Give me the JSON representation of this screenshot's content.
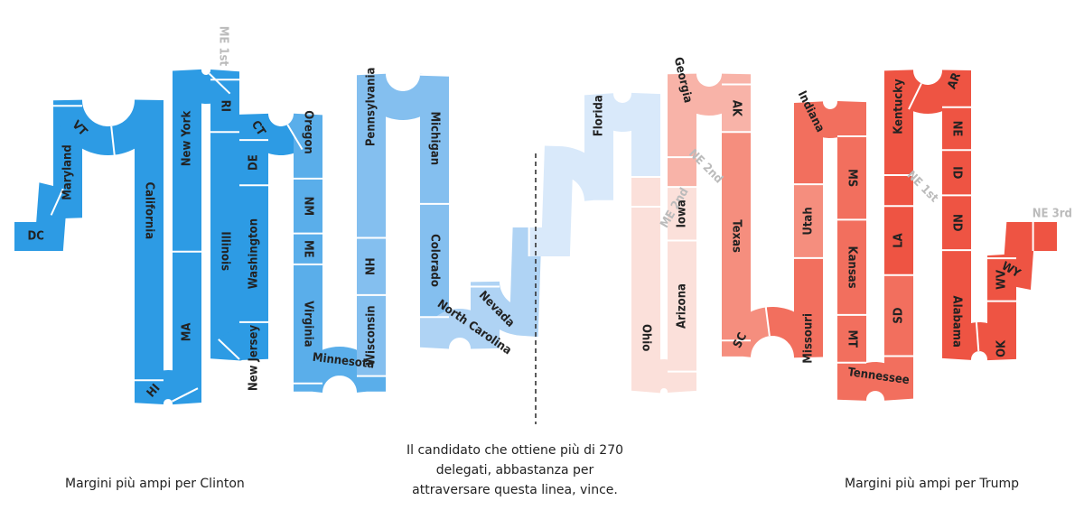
{
  "captions": {
    "left": "Margini più ampi per Clinton",
    "right": "Margini più ampi per Trump",
    "center_lines": [
      "Il candidato che ottiene più di 270",
      "delegati, abbastanza per",
      "attraversare questa linea, vince."
    ]
  },
  "colors": {
    "clinton_strong": "#2D9BE4",
    "clinton_medium": "#5AAEEA",
    "clinton_light": "#84BFEF",
    "clinton_lean": "#AFD3F4",
    "clinton_tossup": "#D9E9FA",
    "trump_tossup": "#FBE0DA",
    "trump_lean": "#F8B3A8",
    "trump_light": "#F58E7E",
    "trump_medium": "#F26F5E",
    "trump_strong": "#EE5443",
    "outside_label": "#BBBBBB",
    "dark_label": "#222222",
    "center_line": "#333333"
  },
  "states": [
    {
      "label": "DC",
      "color": "clinton_strong"
    },
    {
      "label": "Maryland",
      "color": "clinton_strong"
    },
    {
      "label": "VT",
      "color": "clinton_strong"
    },
    {
      "label": "California",
      "color": "clinton_strong"
    },
    {
      "label": "HI",
      "color": "clinton_strong"
    },
    {
      "label": "MA",
      "color": "clinton_strong"
    },
    {
      "label": "New York",
      "color": "clinton_strong"
    },
    {
      "label": "ME 1st",
      "color": "clinton_strong"
    },
    {
      "label": "RI",
      "color": "clinton_strong"
    },
    {
      "label": "Illinois",
      "color": "clinton_strong"
    },
    {
      "label": "New Jersey",
      "color": "clinton_strong"
    },
    {
      "label": "Washington",
      "color": "clinton_strong"
    },
    {
      "label": "DE",
      "color": "clinton_strong"
    },
    {
      "label": "CT",
      "color": "clinton_strong"
    },
    {
      "label": "Oregon",
      "color": "clinton_medium"
    },
    {
      "label": "NM",
      "color": "clinton_medium"
    },
    {
      "label": "ME",
      "color": "clinton_medium"
    },
    {
      "label": "Virginia",
      "color": "clinton_medium"
    },
    {
      "label": "Minnesota",
      "color": "clinton_medium"
    },
    {
      "label": "Wisconsin",
      "color": "clinton_light"
    },
    {
      "label": "NH",
      "color": "clinton_light"
    },
    {
      "label": "Pennsylvania",
      "color": "clinton_light"
    },
    {
      "label": "Michigan",
      "color": "clinton_light"
    },
    {
      "label": "Colorado",
      "color": "clinton_light"
    },
    {
      "label": "North Carolina",
      "color": "clinton_lean"
    },
    {
      "label": "Nevada",
      "color": "clinton_lean"
    },
    {
      "label": "Florida",
      "color": "clinton_tossup"
    },
    {
      "label": "ME 2nd",
      "color": "trump_tossup"
    },
    {
      "label": "Ohio",
      "color": "trump_tossup"
    },
    {
      "label": "Arizona",
      "color": "trump_tossup"
    },
    {
      "label": "Iowa",
      "color": "trump_tossup"
    },
    {
      "label": "NE 2nd",
      "color": "trump_lean"
    },
    {
      "label": "Georgia",
      "color": "trump_lean"
    },
    {
      "label": "AK",
      "color": "trump_lean"
    },
    {
      "label": "Texas",
      "color": "trump_light"
    },
    {
      "label": "SC",
      "color": "trump_light"
    },
    {
      "label": "Missouri",
      "color": "trump_medium"
    },
    {
      "label": "Utah",
      "color": "trump_light"
    },
    {
      "label": "Indiana",
      "color": "trump_medium"
    },
    {
      "label": "MS",
      "color": "trump_medium"
    },
    {
      "label": "Kansas",
      "color": "trump_medium"
    },
    {
      "label": "MT",
      "color": "trump_medium"
    },
    {
      "label": "Tennessee",
      "color": "trump_medium"
    },
    {
      "label": "SD",
      "color": "trump_medium"
    },
    {
      "label": "LA",
      "color": "trump_strong"
    },
    {
      "label": "NE 1st",
      "color": "trump_strong"
    },
    {
      "label": "Kentucky",
      "color": "trump_strong"
    },
    {
      "label": "AR",
      "color": "trump_strong"
    },
    {
      "label": "NE",
      "color": "trump_strong"
    },
    {
      "label": "ID",
      "color": "trump_strong"
    },
    {
      "label": "ND",
      "color": "trump_strong"
    },
    {
      "label": "Alabama",
      "color": "trump_strong"
    },
    {
      "label": "OK",
      "color": "trump_strong"
    },
    {
      "label": "WV",
      "color": "trump_strong"
    },
    {
      "label": "WY",
      "color": "trump_strong"
    },
    {
      "label": "NE 3rd",
      "color": "trump_strong"
    }
  ]
}
